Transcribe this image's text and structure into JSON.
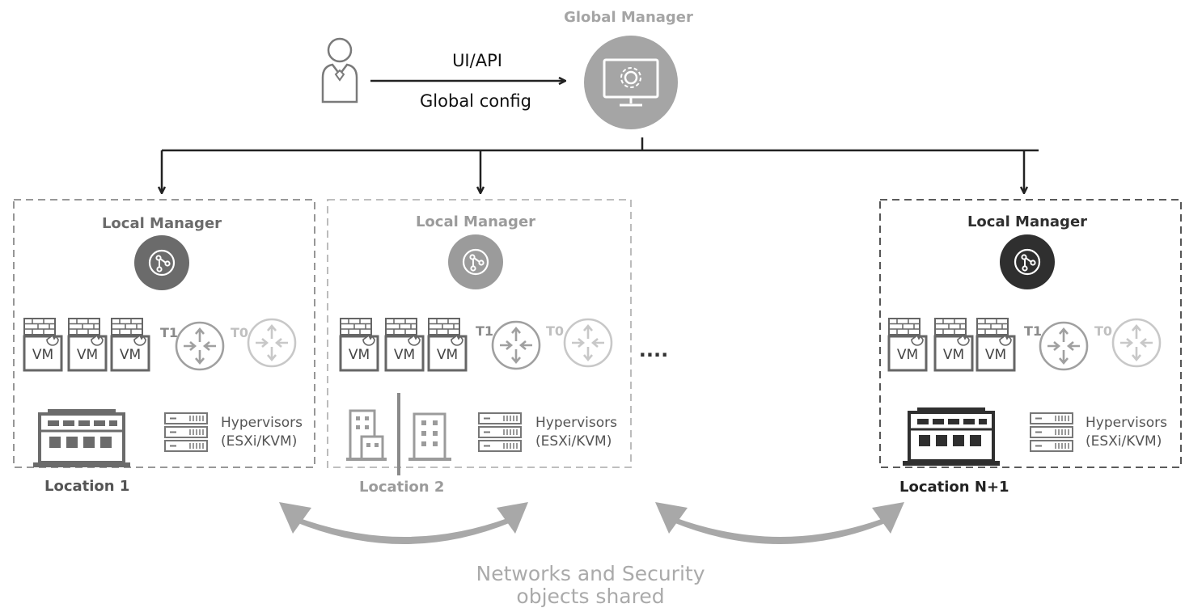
{
  "global": {
    "title": "Global Manager",
    "arrow_top_label": "UI/API",
    "arrow_bottom_label": "Global config"
  },
  "locations": [
    {
      "manager_title": "Local Manager",
      "vm_label": "VM",
      "t1_label": "T1",
      "t0_label": "T0",
      "hypervisors_line1": "Hypervisors",
      "hypervisors_line2": "(ESXi/KVM)",
      "location_label": "Location 1"
    },
    {
      "manager_title": "Local Manager",
      "vm_label": "VM",
      "t1_label": "T1",
      "t0_label": "T0",
      "hypervisors_line1": "Hypervisors",
      "hypervisors_line2": "(ESXi/KVM)",
      "location_label": "Location 2"
    },
    {
      "manager_title": "Local Manager",
      "vm_label": "VM",
      "t1_label": "T1",
      "t0_label": "T0",
      "hypervisors_line1": "Hypervisors",
      "hypervisors_line2": "(ESXi/KVM)",
      "location_label": "Location N+1"
    }
  ],
  "ellipsis": "....",
  "footer": {
    "line1": "Networks and Security",
    "line2": "objects shared"
  },
  "colors": {
    "location_1": "#6b6b6b",
    "location_2": "#9b9b9b",
    "location_3": "#2f2f2f",
    "global_icon": "#a5a5a5",
    "t1_router": "#a0a0a0",
    "t0_router": "#c8c8c8",
    "shared_arrows": "#a8a8a8"
  }
}
